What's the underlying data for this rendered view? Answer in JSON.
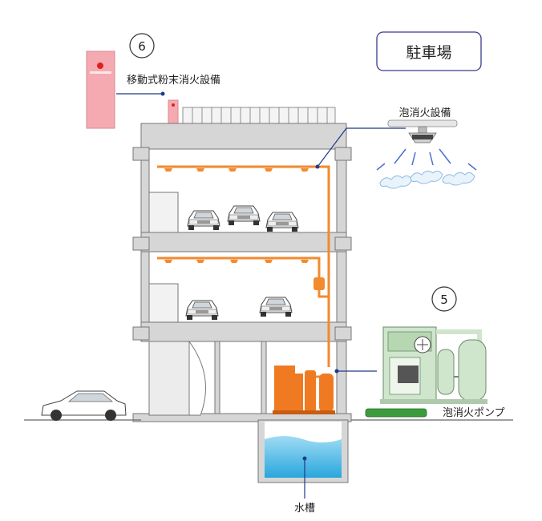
{
  "title": "駐車場",
  "markers": [
    {
      "number": "6",
      "label": "移動式粉末消火設備"
    },
    {
      "number": "5",
      "label": "泡消火ポンプ"
    }
  ],
  "labels": {
    "foam_system": "泡消火設備",
    "pump": "泡消火ポンプ",
    "water_tank": "水槽"
  },
  "colors": {
    "pipe": "#f28a2e",
    "pump_orange": "#f07a22",
    "cabinet_pink": "#f4aab0",
    "concrete": "#d8d8d8",
    "water": "#3ab4e4",
    "green_equipment": "#cfe5cc",
    "pointer_blue": "#1f3a8a"
  }
}
